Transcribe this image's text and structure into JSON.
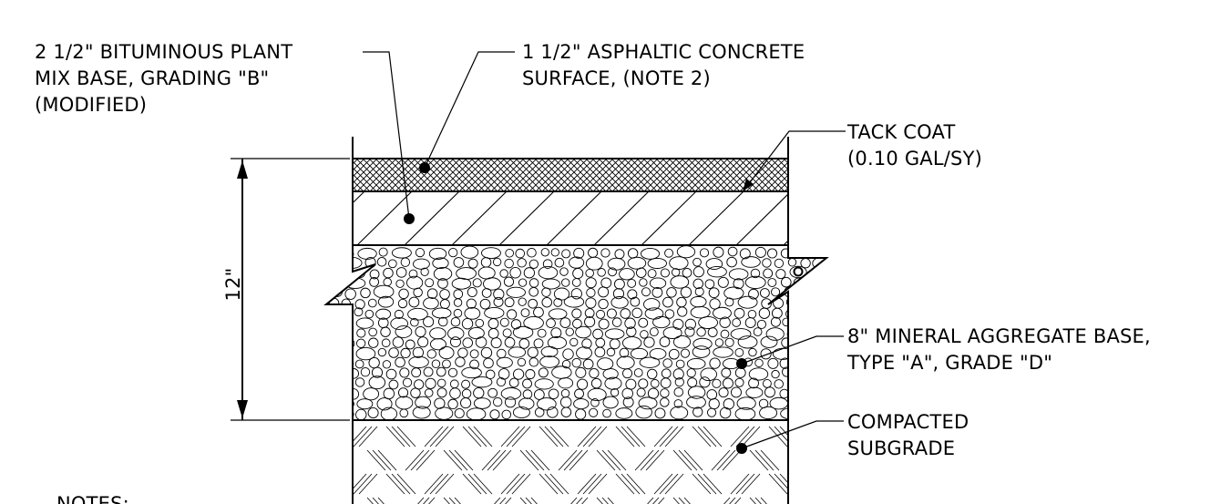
{
  "callouts": {
    "base": [
      "2 1/2\" BITUMINOUS PLANT",
      "MIX BASE, GRADING \"B\"",
      "(MODIFIED)"
    ],
    "surface": [
      "1 1/2\" ASPHALTIC CONCRETE",
      "SURFACE, (NOTE 2)"
    ],
    "tack": [
      "TACK COAT",
      "(0.10 GAL/SY)"
    ],
    "aggregate": [
      "8\" MINERAL AGGREGATE BASE,",
      "TYPE \"A\", GRADE \"D\""
    ],
    "subgrade": [
      "COMPACTED",
      "SUBGRADE"
    ]
  },
  "dimension": {
    "label": "12\""
  },
  "notes": {
    "heading": "NOTES:"
  }
}
